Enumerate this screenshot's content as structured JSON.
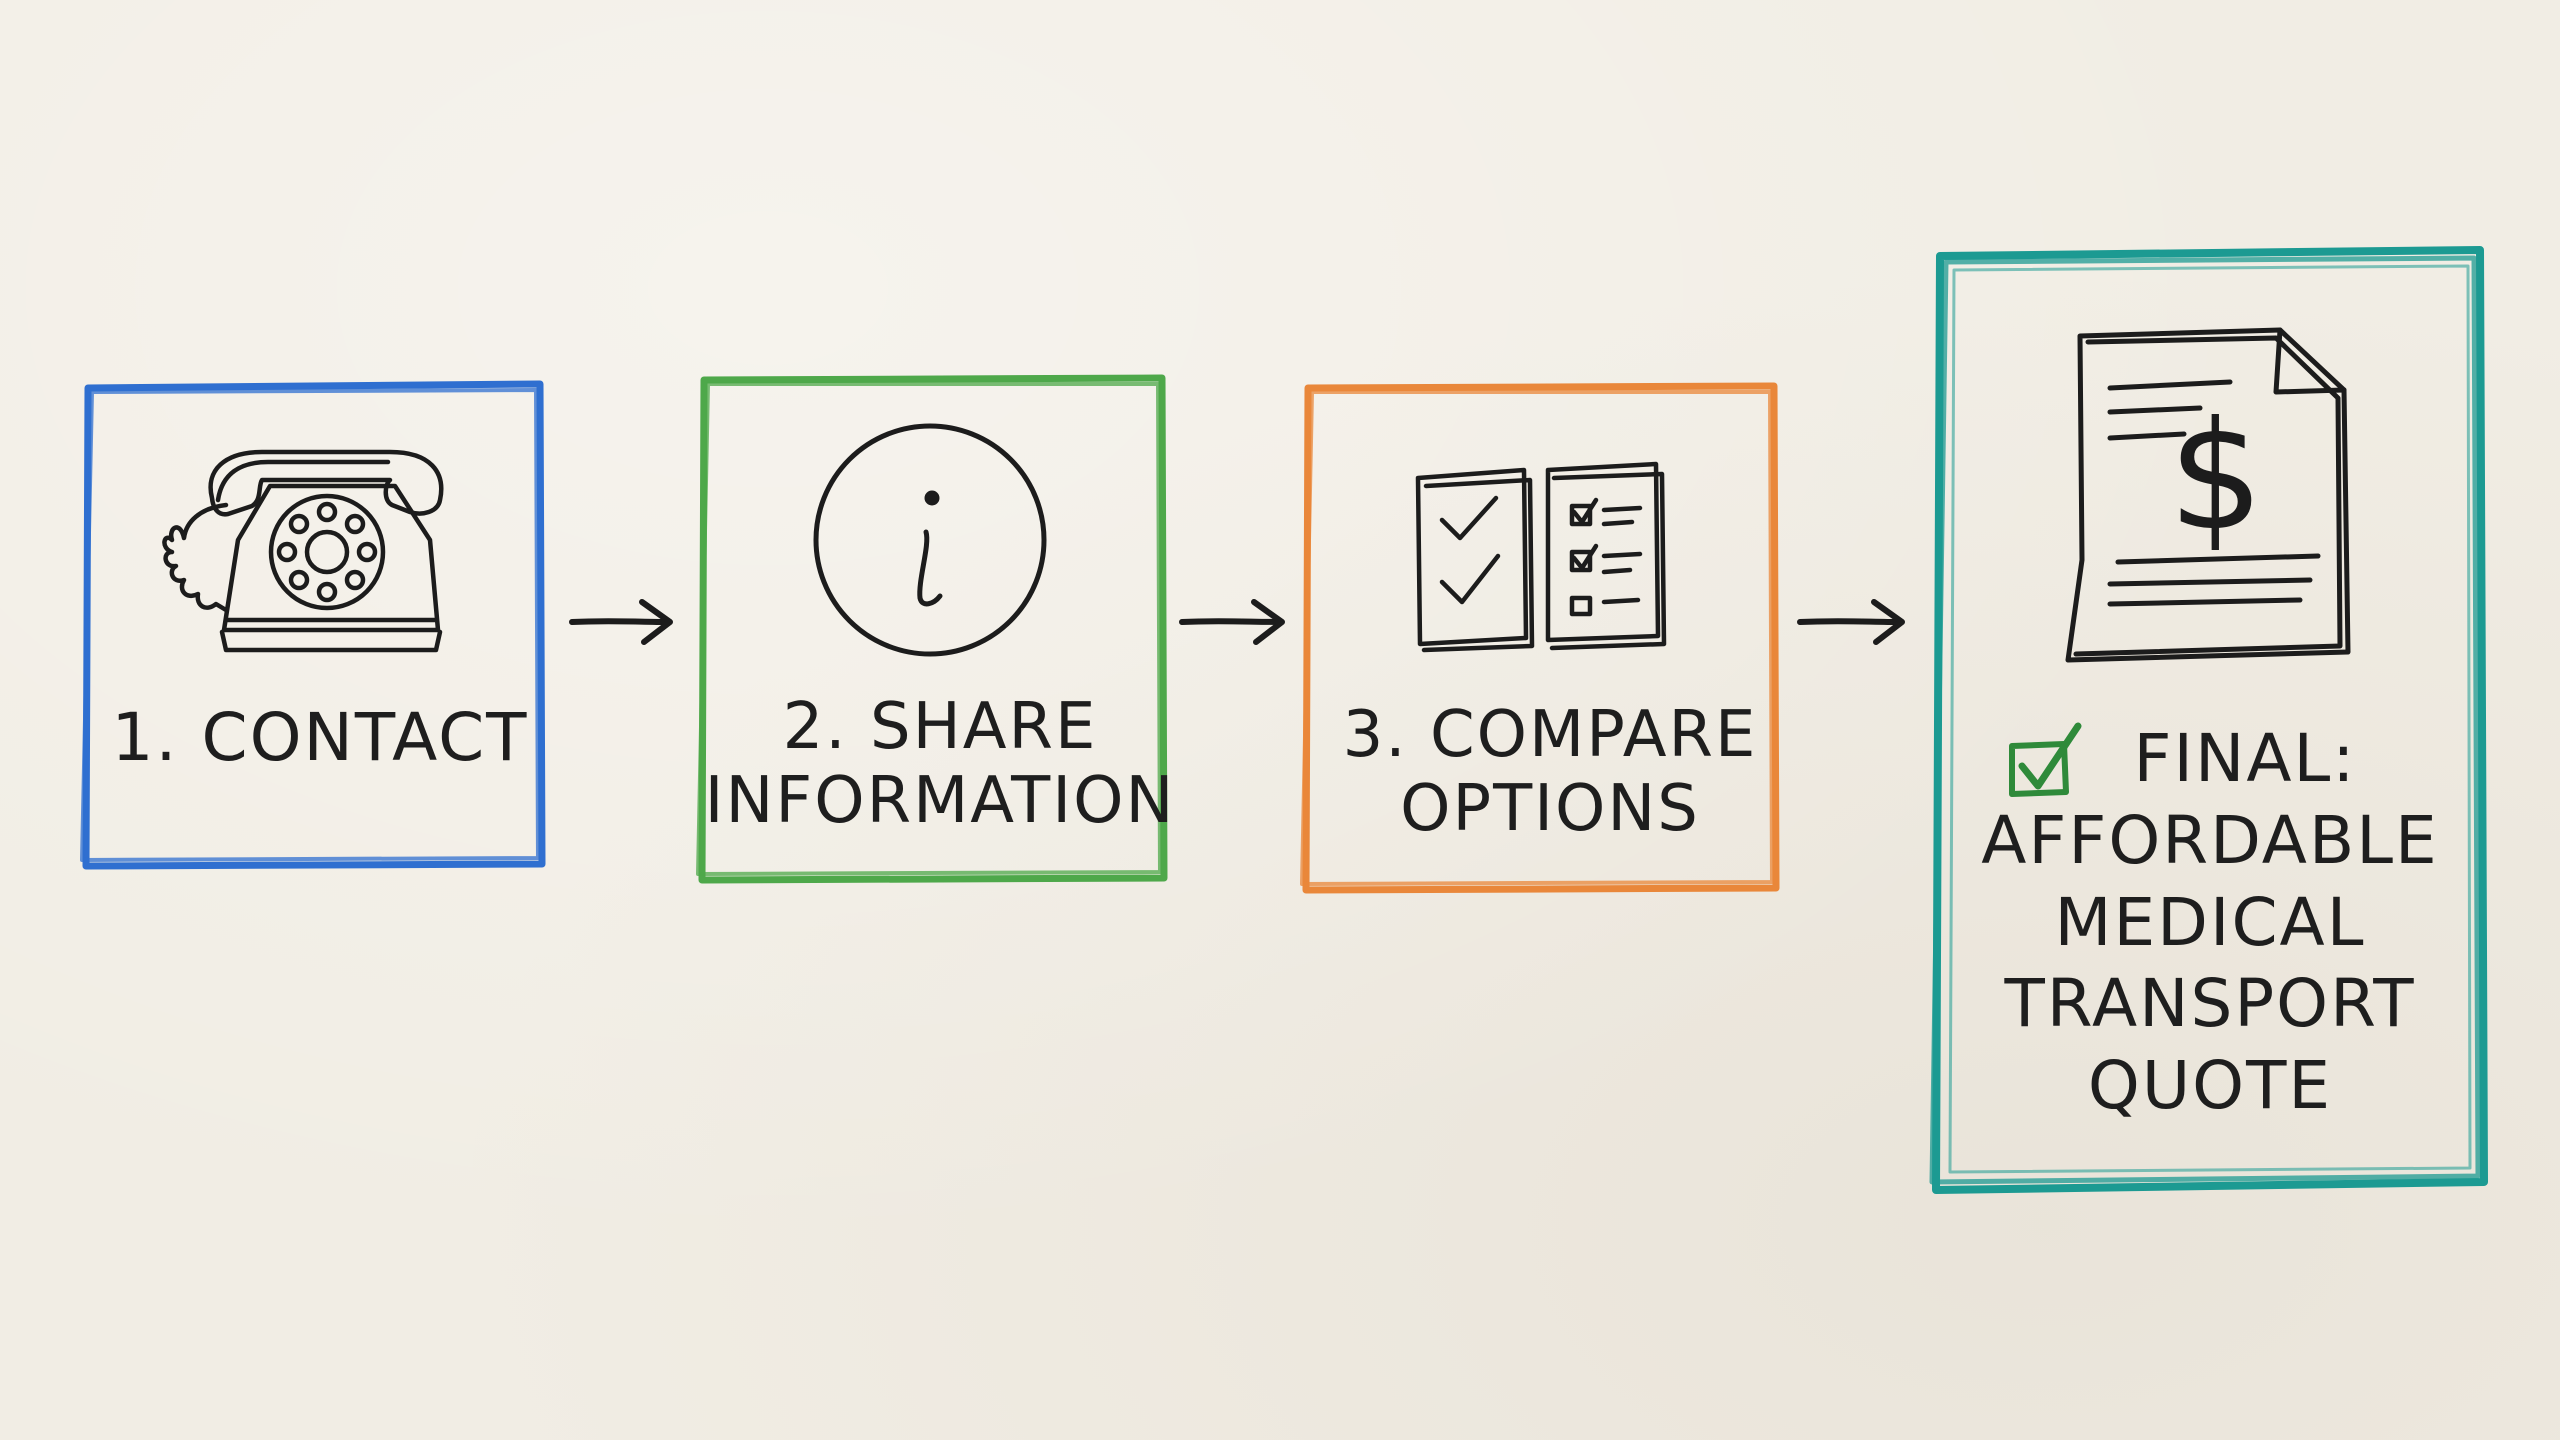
{
  "steps": [
    {
      "label_lines": [
        "1. CONTACT"
      ],
      "icon": "rotary-phone-icon",
      "border_color": "#2f6fd0"
    },
    {
      "label_lines": [
        "2. SHARE",
        "INFORMATION"
      ],
      "icon": "info-icon",
      "border_color": "#4ea84a"
    },
    {
      "label_lines": [
        "3. COMPARE",
        "OPTIONS"
      ],
      "icon": "checklist-icon",
      "border_color": "#e9873a"
    }
  ],
  "final": {
    "label_lines": [
      "FINAL:",
      "AFFORDABLE",
      "MEDICAL",
      "TRANSPORT",
      "QUOTE"
    ],
    "icon": "dollar-document-icon",
    "check_icon": "green-checkbox-icon",
    "check_color": "#2f8a3a",
    "border_color": "#1c9a92",
    "dollar_symbol": "$"
  },
  "connectors": {
    "icon": "arrow-right-icon",
    "count": 3
  }
}
